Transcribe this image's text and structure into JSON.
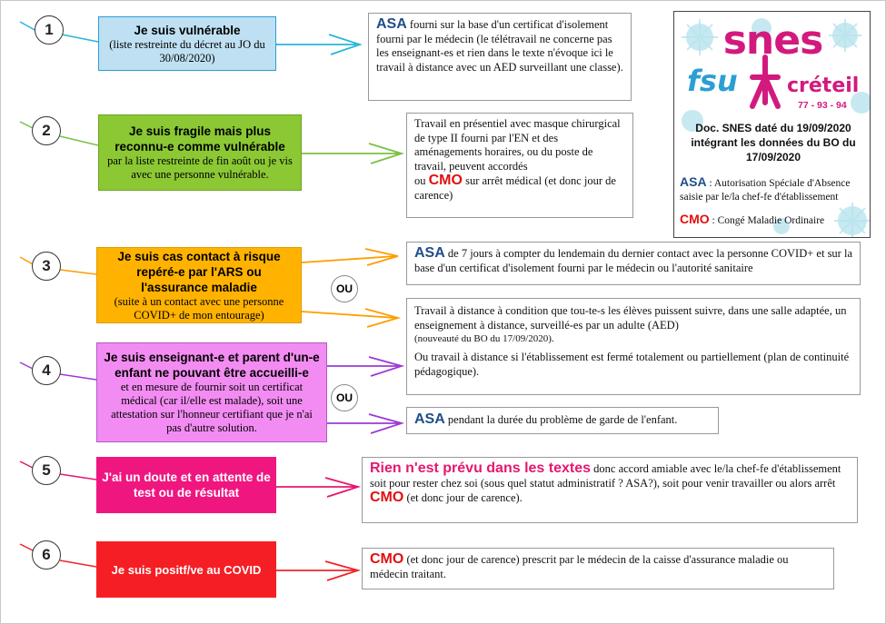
{
  "colors": {
    "blue_box": "#bfe0f2",
    "blue_border": "#2a9fd6",
    "green_box": "#8bc833",
    "orange_box": "#ffb300",
    "purple_box": "#f28cf2",
    "pink_box": "#f0167f",
    "red_box": "#f51e24",
    "asa_blue": "#1f4e8a",
    "cmo_red": "#e01010",
    "pink_text": "#e6176f"
  },
  "rows": [
    {
      "num": "1",
      "cat_title": "Je suis vulnérable",
      "cat_sub": "(liste restreinte du décret au JO du 30/08/2020)",
      "answer": {
        "kw": "ASA",
        "text": " fourni sur la base d'un certificat d'isolement fourni par le médecin (le télétravail ne concerne pas les enseignant-es et rien dans le texte n'évoque ici le travail à distance avec un AED surveillant une classe)."
      }
    },
    {
      "num": "2",
      "cat_title": "Je suis fragile mais plus reconnu-e comme vulnérable",
      "cat_sub": "par la liste restreinte de fin août ou je vis avec une personne vulnérable.",
      "answer": {
        "text_before": "Travail en présentiel avec masque chirurgical de type II fourni par l'EN et des aménagements horaires, ou du poste de travail, peuvent accordés",
        "text_ou": "ou ",
        "kw": "CMO",
        "text_after": " sur arrêt médical (et donc jour de carence)"
      }
    },
    {
      "num": "3",
      "cat_title": "Je suis cas contact à risque repéré-e par l'ARS ou l'assurance maladie",
      "cat_sub": "(suite à un contact avec une personne COVID+ de mon entourage)",
      "answer": {
        "kw": "ASA",
        "text": " de 7 jours à compter du lendemain du dernier contact avec la personne COVID+ et sur la base d'un certificat d'isolement fourni par le médecin ou l'autorité sanitaire"
      }
    },
    {
      "shared": {
        "p1": "Travail à distance à condition que tou-te-s les élèves puissent suivre, dans une salle adaptée, un enseignement à distance, surveillé-es par un adulte (AED)",
        "p1_small": "(nouveauté du BO du 17/09/2020).",
        "p2": "Ou travail à distance si l'établissement est fermé totalement ou partiellement (plan de continuité pédagogique)."
      }
    },
    {
      "num": "4",
      "cat_title": "Je suis enseignant-e et parent d'un-e enfant ne pouvant être accueilli-e",
      "cat_sub": "et en mesure de fournir soit un certificat médical (car il/elle est malade), soit une attestation sur l'honneur certifiant que je n'ai pas d'autre solution.",
      "answer": {
        "kw": "ASA",
        "text": " pendant la durée du problème de garde de l'enfant."
      }
    },
    {
      "num": "5",
      "cat_title": "J'ai un doute et en attente de test ou de résultat",
      "answer": {
        "kw_big": "Rien n'est prévu dans les textes",
        "text_before": " donc accord amiable avec le/la chef-fe d'établissement soit pour rester chez soi (sous quel statut administratif ? ASA?), soit pour venir travailler ou alors arrêt ",
        "kw": "CMO",
        "text_after": " (et donc jour de carence)."
      }
    },
    {
      "num": "6",
      "cat_title": "Je suis positf/ve au COVID",
      "answer": {
        "kw": "CMO",
        "text": " (et donc jour de carence) prescrit par le médecin de la caisse d'assurance maladie ou médecin traitant."
      }
    }
  ],
  "ou_label": "OU",
  "logo": {
    "snes": "snes",
    "fsu": "fsu",
    "creteil": "créteil",
    "depts": "77 - 93 - 94",
    "doc": "Doc. SNES daté du 19/09/2020 intégrant les données du BO du 17/09/2020",
    "asa_kw": "ASA",
    "asa_text": " : Autorisation Spéciale d'Absence saisie par le/la chef-fe d'établissement",
    "cmo_kw": "CMO",
    "cmo_text": " : Congé Maladie Ordinaire"
  }
}
